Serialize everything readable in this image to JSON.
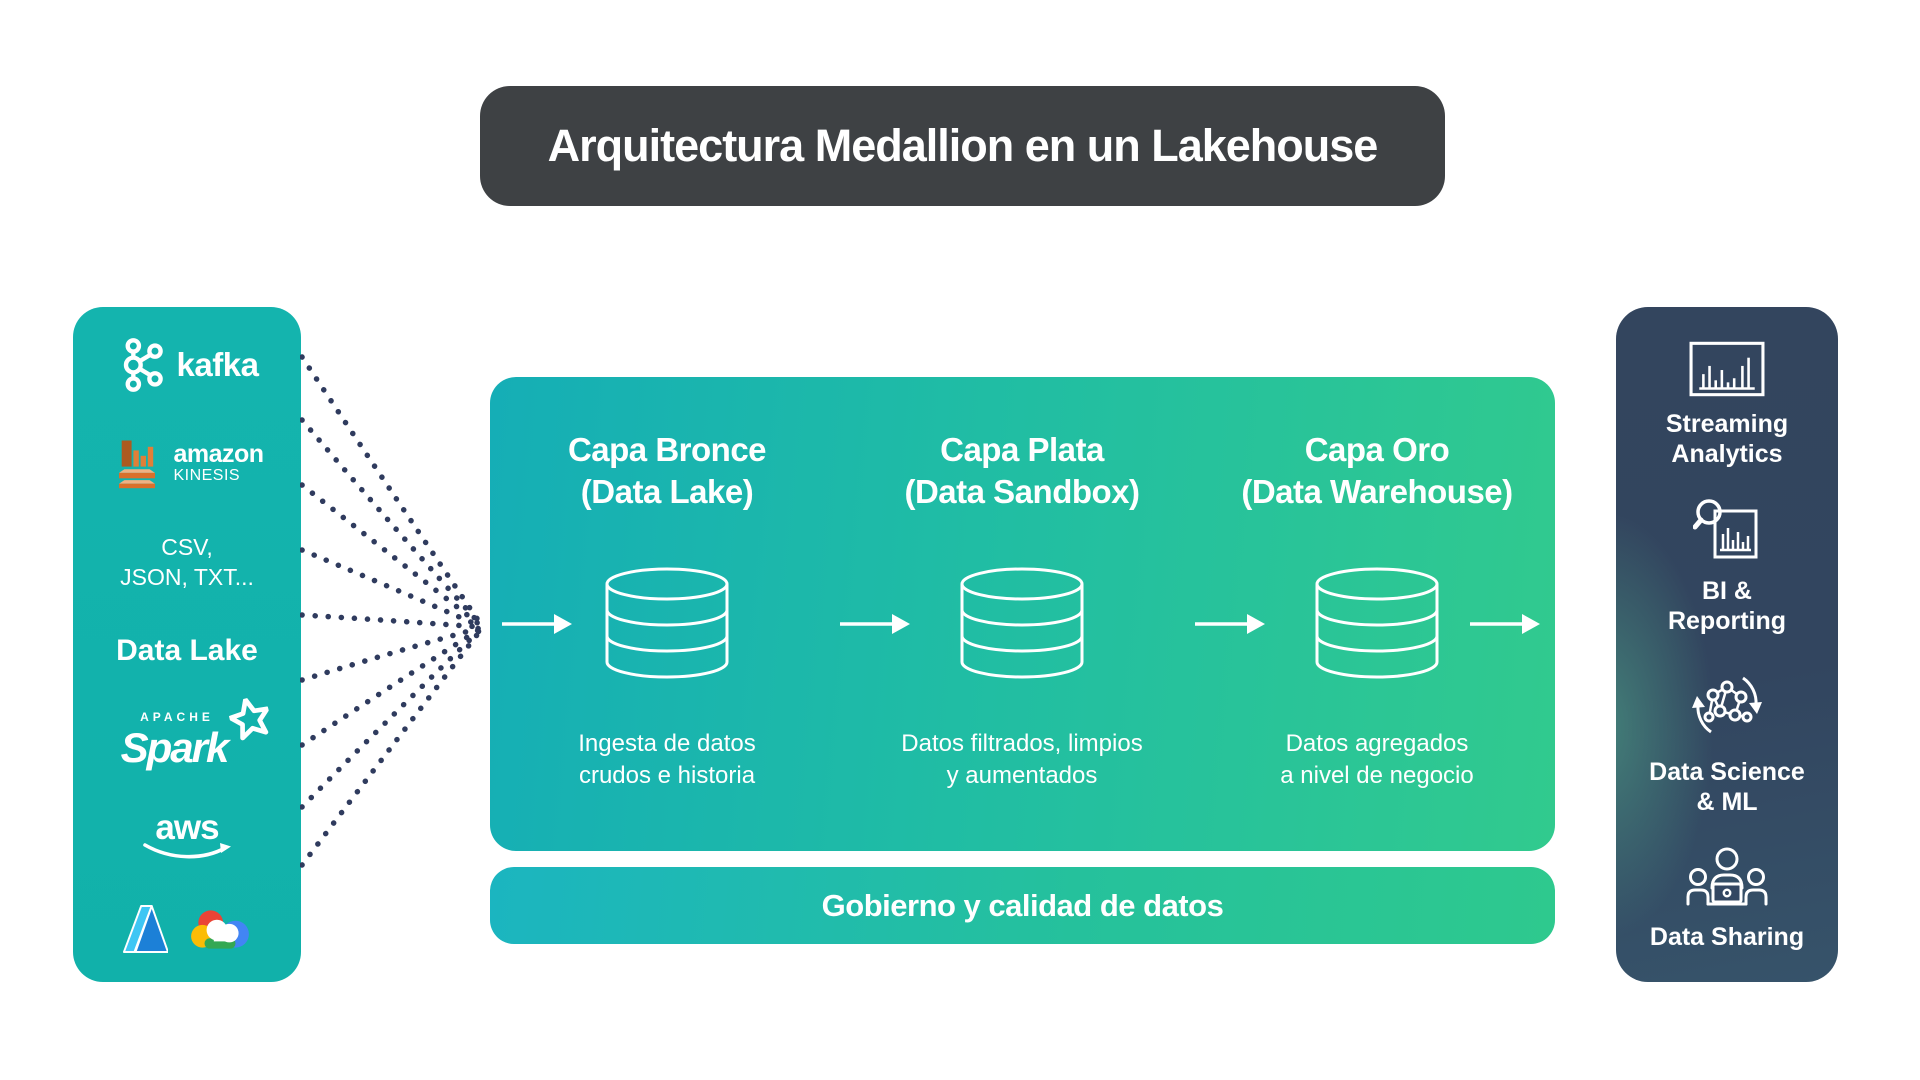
{
  "title": "Arquitectura Medallion en un Lakehouse",
  "colors": {
    "title_bar_bg": "#3e4144",
    "sources_panel_teal": "#12b2ac",
    "pipeline_gradient_start": "#15aeb6",
    "pipeline_gradient_end": "#31ca8e",
    "consumers_panel_navy": "#32455f",
    "consumers_panel_teal_glow": "#4c9e86",
    "dotted_line": "#2f3b5e",
    "kinesis_orange": "#e07f38",
    "azure_blue": "#2086d6",
    "text_white": "#ffffff"
  },
  "sources_panel": {
    "kafka_label": "kafka",
    "kinesis_label_line1": "amazon",
    "kinesis_label_line2": "KINESIS",
    "formats_line1": "CSV,",
    "formats_line2": "JSON, TXT...",
    "data_lake_label": "Data Lake",
    "spark_label_top": "APACHE",
    "spark_label": "Spark",
    "aws_label": "aws"
  },
  "pipeline": {
    "stages": [
      {
        "title_line1": "Capa Bronce",
        "title_line2": "(Data Lake)",
        "desc_line1": "Ingesta de datos",
        "desc_line2": "crudos e historia"
      },
      {
        "title_line1": "Capa Plata",
        "title_line2": "(Data Sandbox)",
        "desc_line1": "Datos filtrados, limpios",
        "desc_line2": "y aumentados"
      },
      {
        "title_line1": "Capa Oro",
        "title_line2": "(Data Warehouse)",
        "desc_line1": "Datos agregados",
        "desc_line2": "a nivel de negocio"
      }
    ],
    "governance_label": "Gobierno y calidad de datos"
  },
  "consumers_panel": {
    "items": [
      {
        "line1": "Streaming",
        "line2": "Analytics"
      },
      {
        "line1": "BI &",
        "line2": "Reporting"
      },
      {
        "line1": "Data Science",
        "line2": "& ML"
      },
      {
        "line1": "Data Sharing",
        "line2": ""
      }
    ]
  }
}
